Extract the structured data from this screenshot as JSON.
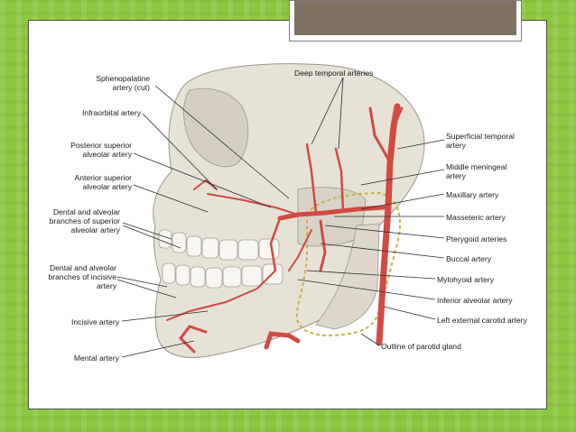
{
  "slide": {
    "title": "",
    "background_color": "#8dc63f",
    "title_box_color": "#7d7161"
  },
  "figure": {
    "artery_color": "#d24a43",
    "skull_color": "#e6e2d6",
    "left_labels": [
      {
        "id": "sphenopalatine",
        "line1": "Sphenopalatine",
        "line2": "artery (cut)"
      },
      {
        "id": "infraorbital",
        "line1": "Infraorbital artery",
        "line2": ""
      },
      {
        "id": "posterior-superior-alveolar",
        "line1": "Posterior superior",
        "line2": "alveolar artery"
      },
      {
        "id": "anterior-superior-alveolar",
        "line1": "Anterior superior",
        "line2": "alveolar artery"
      },
      {
        "id": "dental-superior",
        "line1": "Dental and alveolar",
        "line2": "branches of superior",
        "line3": "alveolar artery"
      },
      {
        "id": "dental-incisive",
        "line1": "Dental and alveolar",
        "line2": "branches of incisive",
        "line3": "artery"
      },
      {
        "id": "incisive",
        "line1": "Incisive artery",
        "line2": ""
      },
      {
        "id": "mental",
        "line1": "Mental artery",
        "line2": ""
      }
    ],
    "top_label": "Deep temporal arteries",
    "right_labels": [
      {
        "id": "superficial-temporal",
        "line1": "Superficial temporal",
        "line2": "artery"
      },
      {
        "id": "middle-meningeal",
        "line1": "Middle meningeal",
        "line2": "artery"
      },
      {
        "id": "maxillary",
        "line1": "Maxillary artery",
        "line2": ""
      },
      {
        "id": "masseteric",
        "line1": "Masseteric artery",
        "line2": ""
      },
      {
        "id": "pterygoid",
        "line1": "Pterygoid arteries",
        "line2": ""
      },
      {
        "id": "buccal",
        "line1": "Buccal artery",
        "line2": ""
      },
      {
        "id": "mylohyoid",
        "line1": "Mylohyoid artery",
        "line2": ""
      },
      {
        "id": "inferior-alveolar",
        "line1": "Inferior alveolar artery",
        "line2": ""
      },
      {
        "id": "left-external-carotid",
        "line1": "Left external carotid artery",
        "line2": ""
      },
      {
        "id": "parotid-outline",
        "line1": "Outline of parotid gland",
        "line2": ""
      }
    ]
  }
}
